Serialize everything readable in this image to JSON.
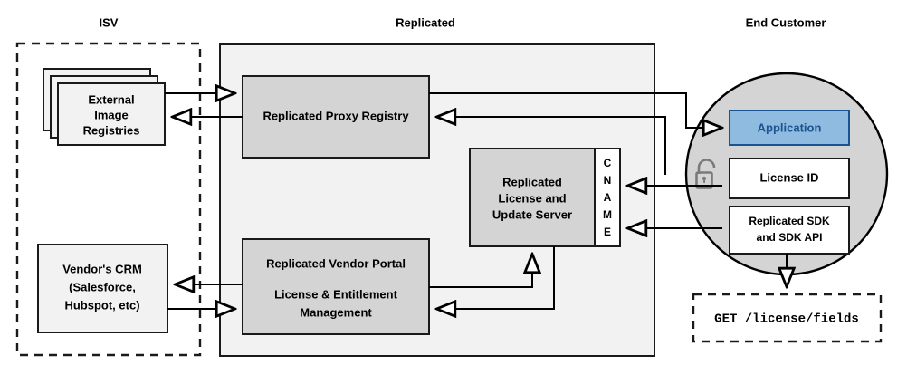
{
  "diagram": {
    "title_isv": "ISV",
    "title_replicated": "Replicated",
    "title_end_customer": "End Customer",
    "colors": {
      "application_fill": "#8fbbe0",
      "application_stroke": "#1a5490",
      "application_text": "#1a5490",
      "node_gray": "#d4d4d4",
      "container_fill": "#f2f2f2",
      "circle_fill": "#d4d4d4",
      "lock": "#7a7a7a",
      "line": "#000000"
    },
    "isv": {
      "external_registries": {
        "line1": "External",
        "line2": "Image",
        "line3": "Registries"
      },
      "vendor_crm": {
        "line1": "Vendor's CRM",
        "line2": "(Salesforce,",
        "line3": "Hubspot, etc)"
      }
    },
    "replicated": {
      "proxy_registry": "Replicated Proxy Registry",
      "license_server": {
        "line1": "Replicated",
        "line2": "License and",
        "line3": "Update Server"
      },
      "cname": {
        "label": "CNAME",
        "letters": [
          "C",
          "N",
          "A",
          "M",
          "E"
        ]
      },
      "vendor_portal": {
        "line1": "Replicated Vendor Portal",
        "line2": "License & Entitlement",
        "line3": "Management"
      }
    },
    "end_customer": {
      "application": "Application",
      "license_id": "License ID",
      "sdk": {
        "line1": "Replicated SDK",
        "line2": "and SDK API"
      },
      "api_call": "GET /license/fields",
      "lock_icon": "unlocked-padlock-icon"
    }
  }
}
